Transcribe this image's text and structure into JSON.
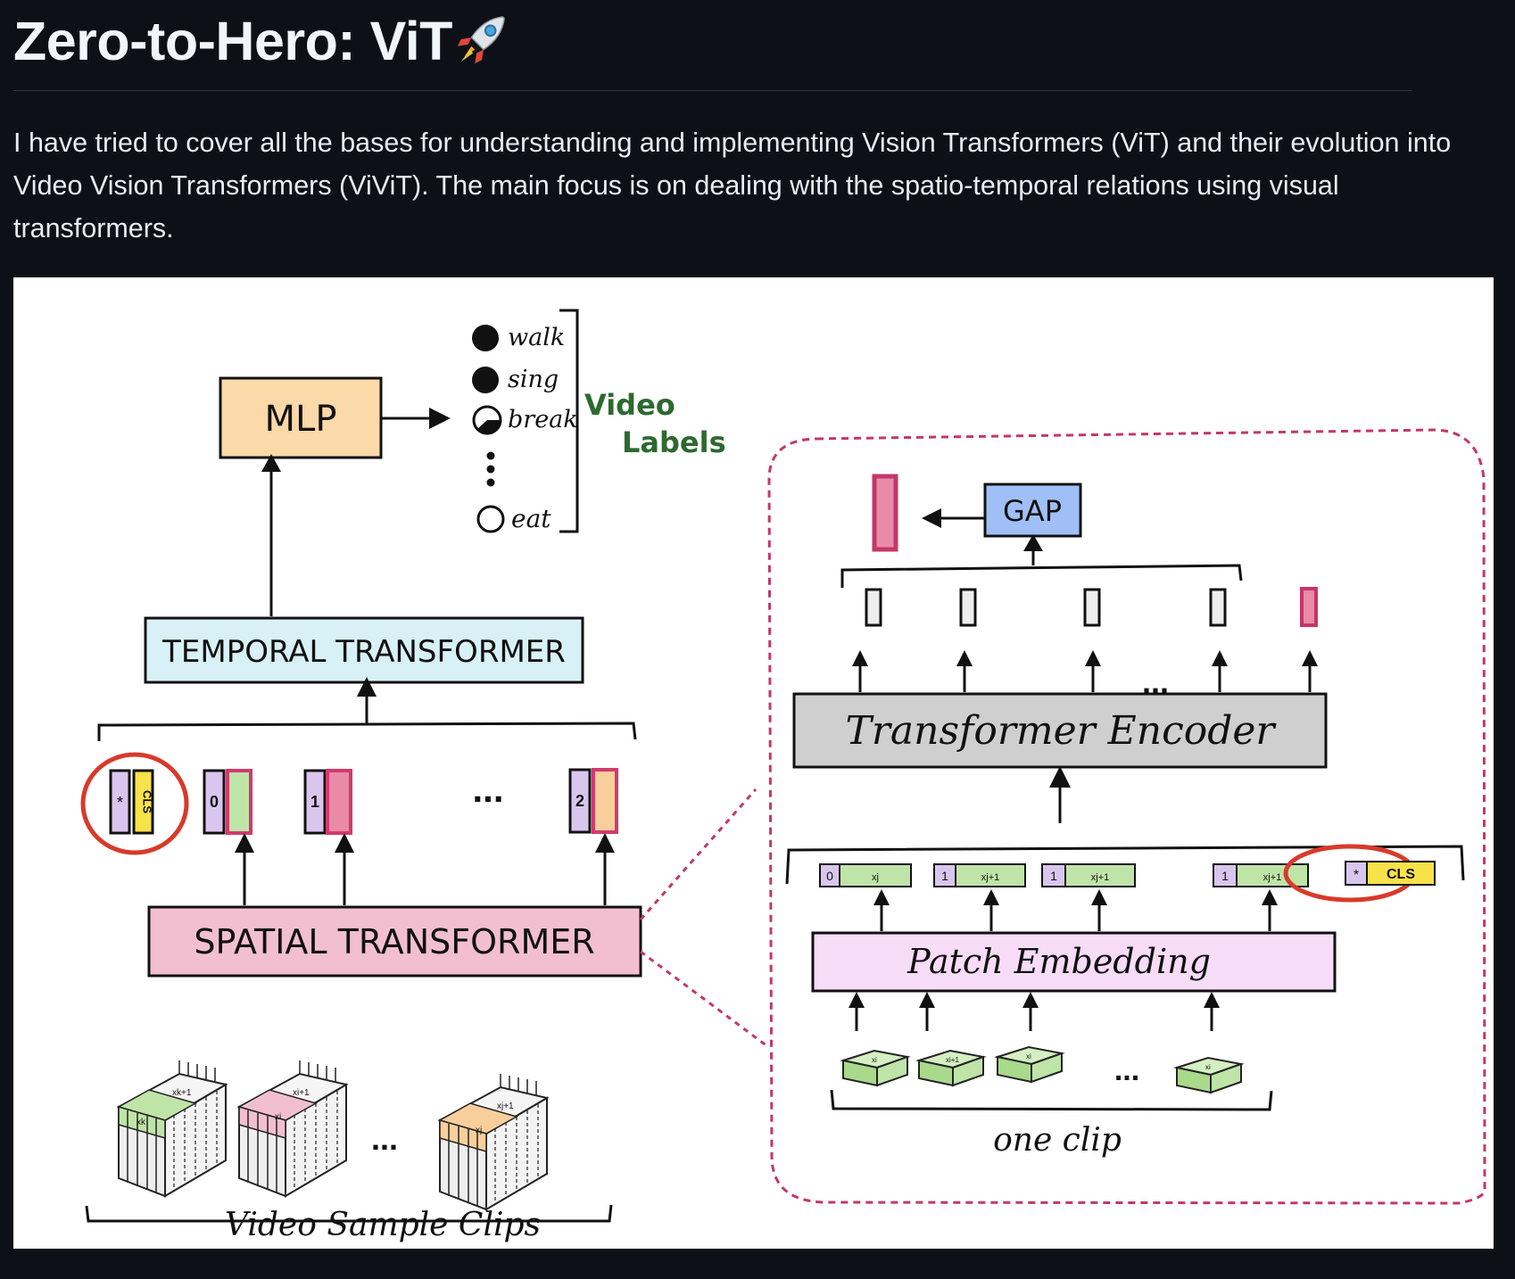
{
  "page": {
    "title": "Zero-to-Hero: ViT",
    "title_icon": "rocket-icon",
    "intro": "I have tried to cover all the bases for understanding and implementing Vision Transformers (ViT) and their evolution into Video Vision Transformers (ViViT). The main focus is on dealing with the spatio-temporal relations using visual transformers."
  },
  "diagram": {
    "mlp": "MLP",
    "labels": [
      "walk",
      "sing",
      "break",
      "eat"
    ],
    "video_labels_line1": "Video",
    "video_labels_line2": "Labels",
    "temporal": "TEMPORAL TRANSFORMER",
    "spatial": "SPATIAL TRANSFORMER",
    "video_sample_clips": "Video Sample Clips",
    "gap": "GAP",
    "transformer_encoder": "Transformer Encoder",
    "patch_embedding": "Patch Embedding",
    "one_clip": "one clip",
    "cls": "CLS",
    "star": "*",
    "ellipsis": "...",
    "token_indices": [
      "0",
      "1",
      "2"
    ],
    "embed_tokens": [
      {
        "index": "0",
        "label": "xj"
      },
      {
        "index": "1",
        "label": "xj+1"
      },
      {
        "index": "1",
        "label": "xj+1"
      },
      {
        "index": "1",
        "label": "xj+1"
      }
    ],
    "cube_labels": [
      {
        "top": "xk+1",
        "side": "xk"
      },
      {
        "top": "xi+1",
        "side": "xi"
      },
      {
        "top": "xj+1",
        "side": "xj"
      }
    ],
    "patch_labels": [
      "xi",
      "xi+1",
      "xi",
      "xi"
    ],
    "colors": {
      "mlp": "#fbd9a8",
      "temporal": "#d8f1f7",
      "spatial": "#f2bfd1",
      "gap": "#9fbff6",
      "encoder": "#cfcfcf",
      "patch": "#f7dcf8",
      "green": "#bfe4a8",
      "pink": "#e88aa8",
      "purple": "#d9c6ee",
      "yellow": "#f8e24a",
      "orange": "#f8cf9b",
      "red_circle": "#d83a2a",
      "dashed": "#c4366a",
      "label_green": "#2d6a2f"
    }
  }
}
